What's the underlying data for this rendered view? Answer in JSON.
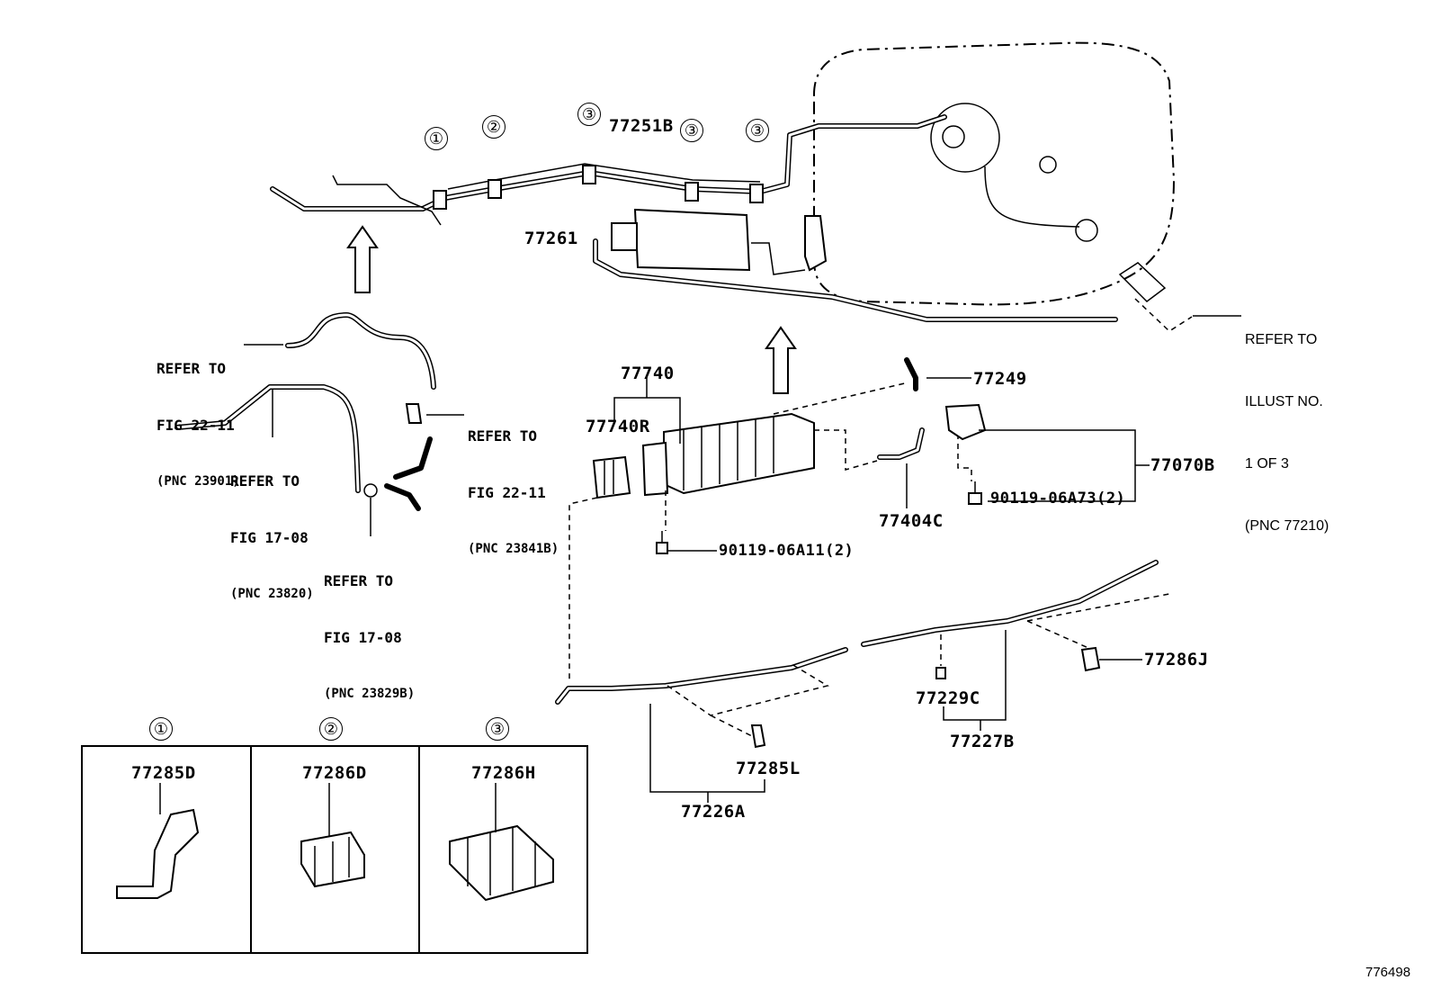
{
  "callouts": {
    "c1": "①",
    "c2": "②",
    "c3a": "③",
    "c3b": "③",
    "c3c": "③"
  },
  "parts": {
    "p77251B": "77251B",
    "p77261": "77261",
    "p77740": "77740",
    "p77740R": "77740R",
    "p77249": "77249",
    "p77070B": "77070B",
    "p90119_06A73": "90119-06A73(2)",
    "p77404C": "77404C",
    "p90119_06A11": "90119-06A11(2)",
    "p77286J": "77286J",
    "p77229C": "77229C",
    "p77227B": "77227B",
    "p77285L": "77285L",
    "p77226A": "77226A"
  },
  "references": {
    "r1": [
      "REFER TO",
      "FIG 22-11",
      "(PNC 23901)"
    ],
    "r2": [
      "REFER TO",
      "FIG 22-11",
      "(PNC 23841B)"
    ],
    "r3": [
      "REFER TO",
      "FIG 17-08",
      "(PNC 23820)"
    ],
    "r4": [
      "REFER TO",
      "FIG 17-08",
      "(PNC 23829B)"
    ],
    "r5": [
      "REFER TO",
      "ILLUST NO.",
      "1 OF 3",
      "(PNC 77210)"
    ]
  },
  "legend": {
    "cells": [
      {
        "callout": "①",
        "part": "77285D"
      },
      {
        "callout": "②",
        "part": "77286D"
      },
      {
        "callout": "③",
        "part": "77286H"
      }
    ]
  },
  "illustration_number": "776498"
}
